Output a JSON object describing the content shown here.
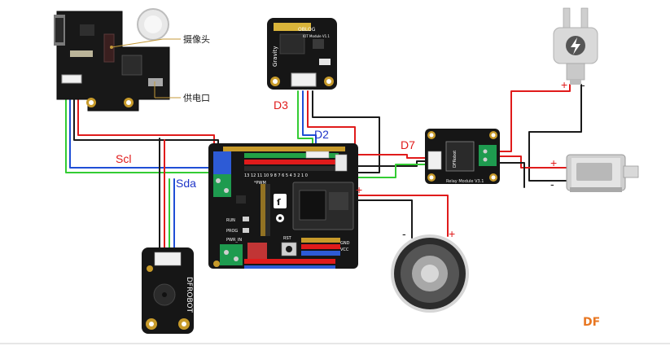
{
  "labels": {
    "camera": "摄像头",
    "power_port": "供电口",
    "d3": "D3",
    "d2": "D2",
    "d7": "D7",
    "scl": "Scl",
    "sda": "Sda",
    "plus": "+",
    "minus": "-",
    "watermark": "DF"
  },
  "iot_module": {
    "brand": "Gravity",
    "title": "OBLOG",
    "subtitle": "IOT Module V1.1"
  },
  "relay": {
    "side": "Relay Module V3.1",
    "brand": "DFRobot"
  },
  "buzzer": {
    "brand": "DFROBOT"
  },
  "shield": {
    "pwm": "*PWM",
    "digital": "13 12 11 10 9 8 7 6 5 4 3 2 1 0",
    "rst": "RST",
    "run": "RUN",
    "prog": "PROG",
    "pwr_in": "PWR_IN",
    "gnd": "GND",
    "vcc": "VCC"
  },
  "colors": {
    "wire_red": "#e01b1b",
    "wire_black": "#1a1a1a",
    "wire_green": "#33cc33",
    "wire_blue": "#1f4fd6",
    "label_red": "#e01b1b",
    "label_blue": "#1f35c8",
    "watermark": "#e87722",
    "pcb_black": "#161616",
    "terminal_green": "#1e9b4f"
  }
}
